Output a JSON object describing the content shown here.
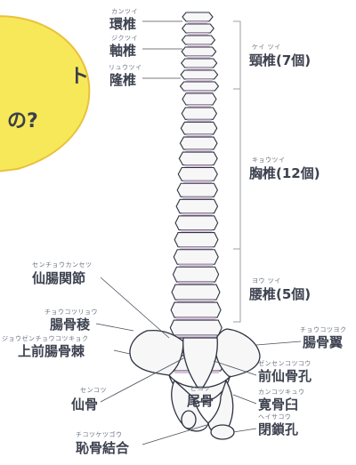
{
  "bubble": {
    "line1": "ト",
    "line2": "の?",
    "fill": "#f7e85a",
    "stroke": "#e8c23a"
  },
  "colors": {
    "bone_fill": "#f7f7f8",
    "bone_stroke": "#2e3340",
    "disc": "#d9c3dc",
    "leader": "#4a4f5a"
  },
  "labels": {
    "atlas": {
      "ruby": "カンツイ",
      "text": "環椎"
    },
    "axis": {
      "ruby": "ジクツイ",
      "text": "軸椎"
    },
    "prominens": {
      "ruby": "リュウツイ",
      "text": "隆椎"
    },
    "cervical": {
      "ruby": "ケイ ツイ",
      "text": "頸椎(7個)"
    },
    "thoracic": {
      "ruby": "キョウツイ",
      "text": "胸椎(12個)"
    },
    "lumbar": {
      "ruby": "ヨウ ツイ",
      "text": "腰椎(5個)"
    },
    "si_joint": {
      "ruby": "センチョウカンセツ",
      "text": "仙腸関節"
    },
    "iliac_crest": {
      "ruby": "チョウコツリョウ",
      "text": "腸骨稜"
    },
    "asis": {
      "ruby": "ジョウゼンチョウコツキョク",
      "text": "上前腸骨棘"
    },
    "sacrum": {
      "ruby": "センコツ",
      "text": "仙骨"
    },
    "pubic_symphysis": {
      "ruby": "チコツケツゴウ",
      "text": "恥骨結合"
    },
    "iliac_wing": {
      "ruby": "チョウコツヨク",
      "text": "腸骨翼"
    },
    "sacral_foramen": {
      "ruby": "ゼンセンコツコウ",
      "text": "前仙骨孔"
    },
    "acetabulum": {
      "ruby": "カンコツキュウ",
      "text": "寛骨臼"
    },
    "obturator": {
      "ruby": "ヘイサコウ",
      "text": "閉鎖孔"
    },
    "coccyx": {
      "ruby": "ビコツ",
      "text": "尾骨"
    }
  }
}
